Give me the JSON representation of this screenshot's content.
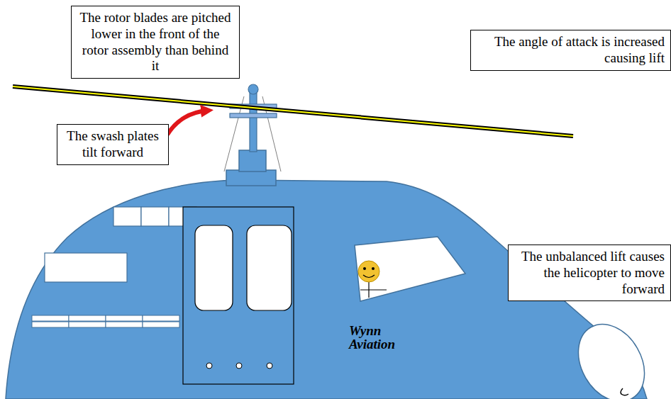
{
  "diagram": {
    "nodes": [
      {
        "text": [
          "The rotor blades are pitched lower in the front of the rotor assembly than behind it"
        ]
      },
      {
        "text": [
          "The angle of attack is increased causing lift"
        ]
      },
      {
        "text": [
          "The swash plates tilt forward"
        ]
      },
      {
        "text": [
          "The unbalanced lift causes the helicopter to move forward"
        ]
      }
    ],
    "labels": [
      "Wynn Aviation"
    ]
  }
}
